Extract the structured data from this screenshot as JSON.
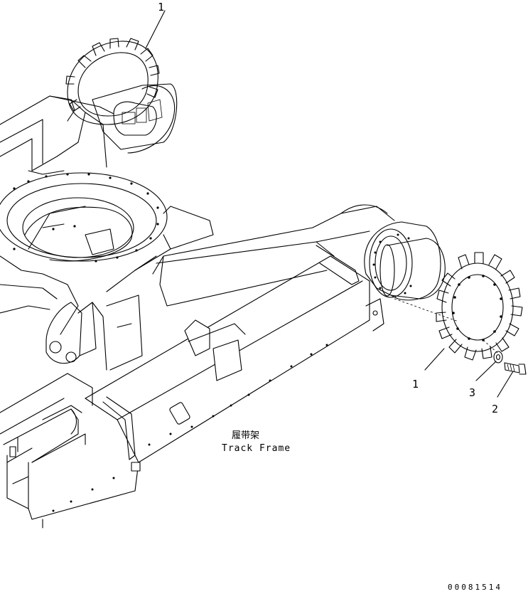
{
  "callouts": {
    "top_sprocket": "1",
    "sprocket": "1",
    "bolt": "2",
    "washer": "3"
  },
  "caption": {
    "chinese": "履带架",
    "english": "Track Frame"
  },
  "drawing_code": "00081514",
  "icons": [
    "sprocket-icon",
    "final-drive-icon",
    "bolt-icon",
    "washer-icon"
  ]
}
